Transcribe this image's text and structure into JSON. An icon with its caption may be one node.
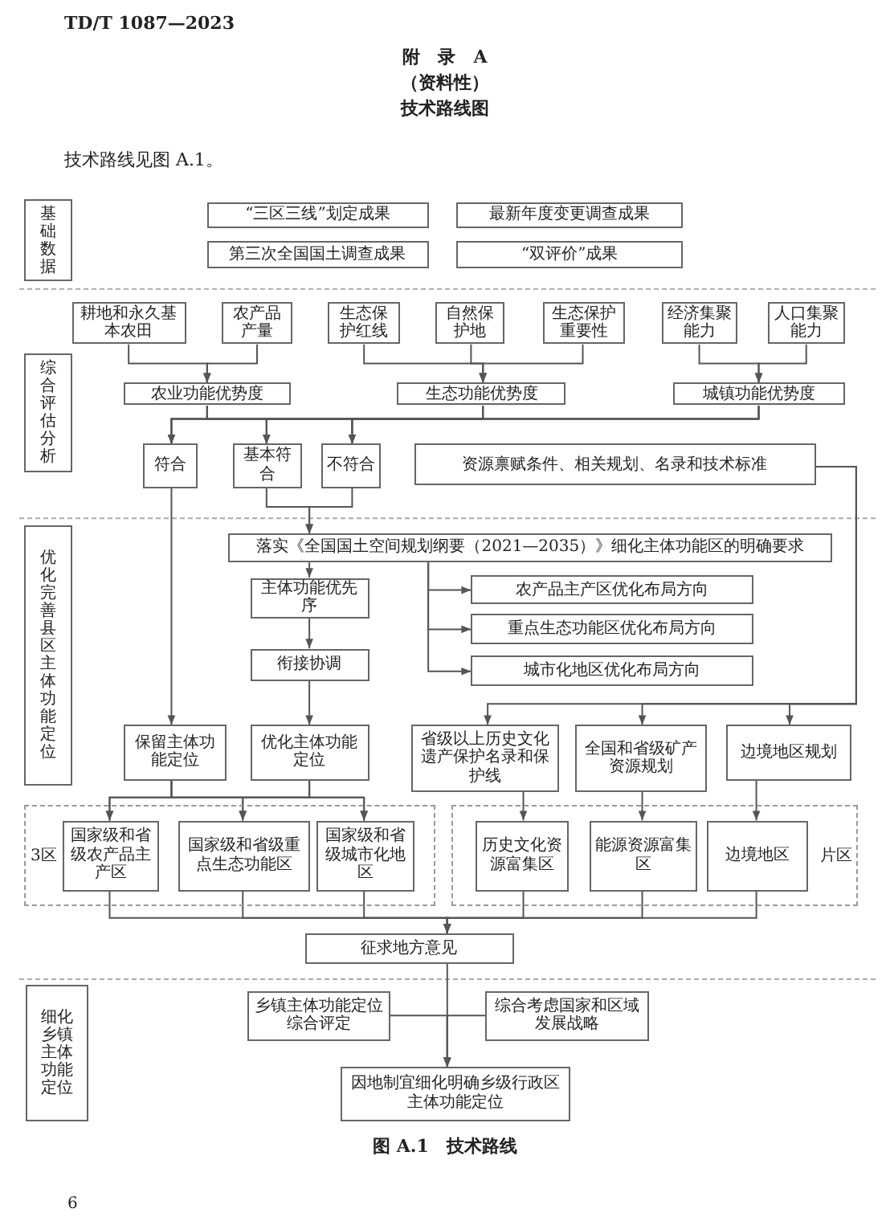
{
  "diagram": {
    "title": "技术路线图",
    "caption": "图 A.1　技术路线",
    "nodes": [
      {
        "text": [
          "基础数据"
        ]
      },
      {
        "text": [
          "“三区三线”划定成果"
        ]
      },
      {
        "text": [
          "最新年度变更调查成果"
        ]
      },
      {
        "text": [
          "第三次全国国土调查成果"
        ]
      },
      {
        "text": [
          "“双评价”成果"
        ]
      },
      {
        "text": [
          "综合评估分析"
        ]
      },
      {
        "text": [
          "耕地和永久基本农田"
        ]
      },
      {
        "text": [
          "农产品产量"
        ]
      },
      {
        "text": [
          "生态保护红线"
        ]
      },
      {
        "text": [
          "自然保护地"
        ]
      },
      {
        "text": [
          "生态保护重要性"
        ]
      },
      {
        "text": [
          "经济集聚能力"
        ]
      },
      {
        "text": [
          "人口集聚能力"
        ]
      },
      {
        "text": [
          "农业功能优势度"
        ]
      },
      {
        "text": [
          "生态功能优势度"
        ]
      },
      {
        "text": [
          "城镇功能优势度"
        ]
      },
      {
        "text": [
          "符合"
        ]
      },
      {
        "text": [
          "基本符合"
        ]
      },
      {
        "text": [
          "不符合"
        ]
      },
      {
        "text": [
          "资源禀赋条件、相关规划、名录和技术标准"
        ]
      },
      {
        "text": [
          "优化完善县区主体功能定位"
        ]
      },
      {
        "text": [
          "落实《全国国土空间规划纲要（2021—2035）》细化主体功能区的明确要求"
        ]
      },
      {
        "text": [
          "主体功能优先序"
        ]
      },
      {
        "text": [
          "衔接协调"
        ]
      },
      {
        "text": [
          "农产品主产区优化布局方向"
        ]
      },
      {
        "text": [
          "重点生态功能区优化布局方向"
        ]
      },
      {
        "text": [
          "城市化地区优化布局方向"
        ]
      },
      {
        "text": [
          "保留主体功能定位"
        ]
      },
      {
        "text": [
          "优化主体功能定位"
        ]
      },
      {
        "text": [
          "省级以上历史文化遗产保护名录和保护线"
        ]
      },
      {
        "text": [
          "全国和省级矿产资源规划"
        ]
      },
      {
        "text": [
          "边境地区规划"
        ]
      },
      {
        "text": [
          "3区"
        ]
      },
      {
        "text": [
          "国家级和省级农产品主产区"
        ],
        "in": 32
      },
      {
        "text": [
          "国家级和省级重点生态功能区"
        ],
        "in": 32
      },
      {
        "text": [
          "国家级和省级城市化地区"
        ],
        "in": 32
      },
      {
        "text": [
          "片区"
        ]
      },
      {
        "text": [
          "历史文化资源富集区"
        ],
        "in": 36
      },
      {
        "text": [
          "能源资源富集区"
        ],
        "in": 36
      },
      {
        "text": [
          "边境地区"
        ],
        "in": 36
      },
      {
        "text": [
          "征求地方意见"
        ]
      },
      {
        "text": [
          "细化乡镇主体功能定位"
        ]
      },
      {
        "text": [
          "乡镇主体功能定位综合评定"
        ]
      },
      {
        "text": [
          "综合考虑国家和区域发展战略"
        ]
      },
      {
        "text": [
          "因地制宜细化明确乡级行政区主体功能定位"
        ]
      }
    ],
    "edges": [
      {
        "from": 6,
        "to": 13,
        "arrow": "to"
      },
      {
        "from": 7,
        "to": 13,
        "arrow": "to"
      },
      {
        "from": 8,
        "to": 14,
        "arrow": "to"
      },
      {
        "from": 9,
        "to": 14,
        "arrow": "to"
      },
      {
        "from": 10,
        "to": 14,
        "arrow": "to"
      },
      {
        "from": 11,
        "to": 15,
        "arrow": "to"
      },
      {
        "from": 12,
        "to": 15,
        "arrow": "to"
      },
      {
        "from": 13,
        "to": 16,
        "arrow": "to"
      },
      {
        "from": 13,
        "to": 17,
        "arrow": "to"
      },
      {
        "from": 13,
        "to": 18,
        "arrow": "to"
      },
      {
        "from": 14,
        "to": 16,
        "arrow": "to"
      },
      {
        "from": 14,
        "to": 17,
        "arrow": "to"
      },
      {
        "from": 14,
        "to": 18,
        "arrow": "to"
      },
      {
        "from": 15,
        "to": 16,
        "arrow": "to"
      },
      {
        "from": 15,
        "to": 17,
        "arrow": "to"
      },
      {
        "from": 15,
        "to": 18,
        "arrow": "to"
      },
      {
        "from": 17,
        "to": 21,
        "arrow": "to"
      },
      {
        "from": 18,
        "to": 21,
        "arrow": "to"
      },
      {
        "from": 16,
        "to": 27,
        "arrow": "to"
      },
      {
        "from": 19,
        "to": 29,
        "arrow": "to"
      },
      {
        "from": 19,
        "to": 30,
        "arrow": "to"
      },
      {
        "from": 19,
        "to": 31,
        "arrow": "to"
      },
      {
        "from": 21,
        "to": 22,
        "arrow": "to"
      },
      {
        "from": 22,
        "to": 23,
        "arrow": "to"
      },
      {
        "from": 21,
        "to": 24,
        "arrow": "to"
      },
      {
        "from": 21,
        "to": 25,
        "arrow": "to"
      },
      {
        "from": 21,
        "to": 26,
        "arrow": "to"
      },
      {
        "from": 23,
        "to": 28,
        "arrow": "to"
      },
      {
        "from": 27,
        "to": 33,
        "arrow": "to"
      },
      {
        "from": 27,
        "to": 34,
        "arrow": "to"
      },
      {
        "from": 27,
        "to": 35,
        "arrow": "to"
      },
      {
        "from": 28,
        "to": 33,
        "arrow": "to"
      },
      {
        "from": 28,
        "to": 34,
        "arrow": "to"
      },
      {
        "from": 28,
        "to": 35,
        "arrow": "to"
      },
      {
        "from": 29,
        "to": 37,
        "arrow": "to"
      },
      {
        "from": 30,
        "to": 38,
        "arrow": "to"
      },
      {
        "from": 31,
        "to": 39,
        "arrow": "to"
      },
      {
        "from": 33,
        "to": 40,
        "arrow": "to"
      },
      {
        "from": 34,
        "to": 40,
        "arrow": "to"
      },
      {
        "from": 35,
        "to": 40,
        "arrow": "to"
      },
      {
        "from": 37,
        "to": 40,
        "arrow": "to"
      },
      {
        "from": 38,
        "to": 40,
        "arrow": "to"
      },
      {
        "from": 39,
        "to": 40,
        "arrow": "to"
      },
      {
        "from": 40,
        "to": 44,
        "arrow": "to"
      },
      {
        "from": 42,
        "to": 44,
        "arrow": "to"
      },
      {
        "from": 43,
        "to": 44,
        "arrow": "to"
      }
    ],
    "labels": [
      "TD/T 1087—2023",
      "附　录　A",
      "（资料性）",
      "技术路线见图 A.1。",
      "6"
    ]
  }
}
